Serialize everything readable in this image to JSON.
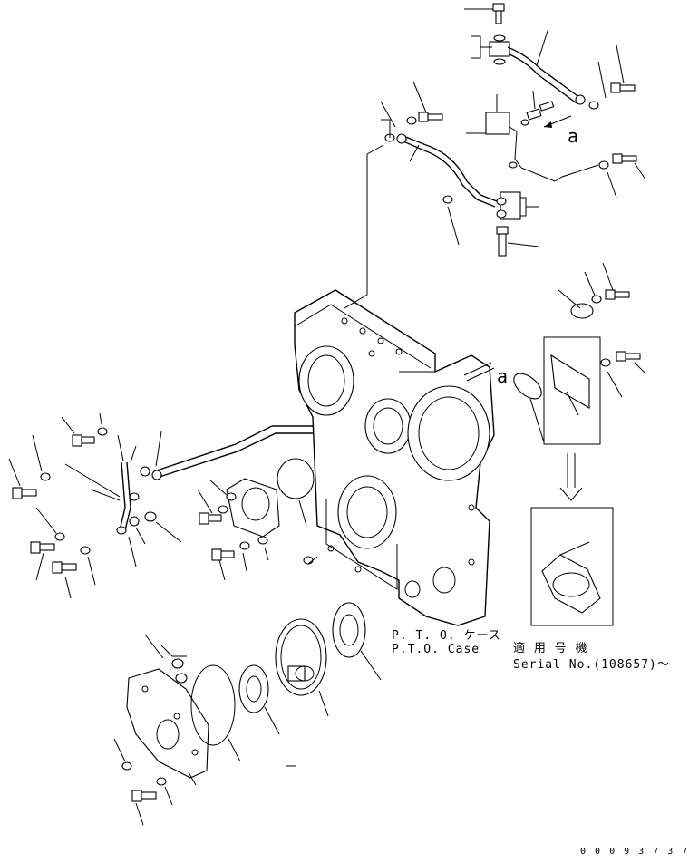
{
  "labels": {
    "detail_marker_a": "a",
    "detail_marker_a2": "a",
    "pto_case_jp": "P. T. O. ケース",
    "pto_case_en": "P.T.O. Case",
    "serial_jp": "適 用 号 機",
    "serial_en": "Serial No.(108657)～",
    "doc_number": "0 0 0 9 3 7 3 7"
  }
}
